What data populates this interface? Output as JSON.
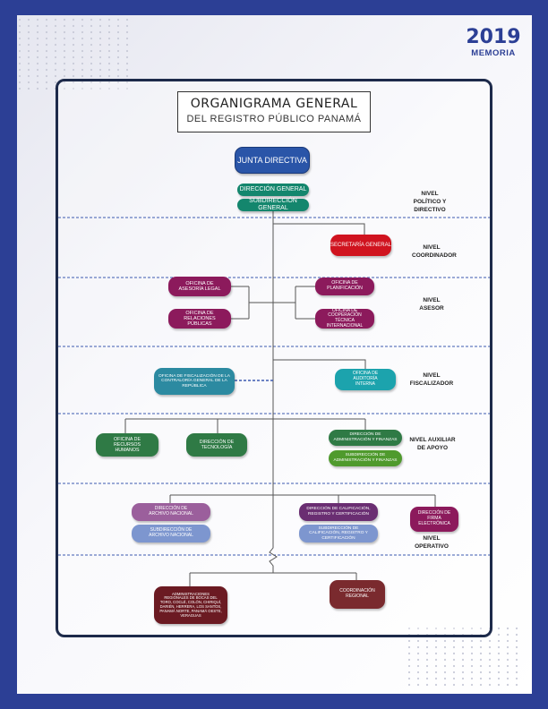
{
  "logo": {
    "year": "2019",
    "label": "MEMORIA"
  },
  "title": {
    "line1": "ORGANIGRAMA GENERAL",
    "line2": "DEL REGISTRO PÚBLICO PANAMÁ"
  },
  "nodes": {
    "junta": "JUNTA DIRECTIVA",
    "direccion_general": "DIRECCIÓN GENERAL",
    "subdireccion_general": "SUBDIRECCIÓN GENERAL",
    "secretaria": "SECRETARÍA GENERAL",
    "asesoria_legal": "OFICINA DE ASESORÍA LEGAL",
    "relaciones_publicas": "OFICINA DE RELACIONES PÚBLICAS",
    "planificacion": "OFICINA DE PLANIFICACIÓN",
    "cooperacion": "OFICINA DE COOPERACIÓN TÉCNICA INTERNACIONAL",
    "fiscalizacion": "OFICINA DE FISCALIZACIÓN DE LA CONTRALORÍA GENERAL DE LA REPÚBLICA",
    "auditoria": "OFICINA DE AUDITORÍA INTERNA",
    "recursos_humanos": "OFICINA DE RECURSOS HUMANOS",
    "tecnologia": "DIRECCIÓN DE TECNOLOGÍA",
    "dir_admin_finanzas": "DIRECCIÓN DE ADMINISTRACIÓN Y FINANZAS",
    "subdir_admin_finanzas": "SUBDIRECCIÓN DE ADMINISTRACIÓN Y FINANZAS",
    "dir_archivo": "DIRECCIÓN DE ARCHIVO NACIONAL",
    "subdir_archivo": "SUBDIRECCIÓN DE ARCHIVO NACIONAL",
    "dir_calificacion": "DIRECCIÓN DE CALIFICACIÓN, REGISTRO Y CERTIFICACIÓN",
    "subdir_calificacion": "SUBDIRECCIÓN DE CALIFICACIÓN, REGISTRO Y CERTIFICACIÓN",
    "firma_electronica": "DIRECCIÓN DE FIRMA ELECTRÓNICA",
    "administraciones": "ADMINISTRACIONES REGIONALES DE BOCAS DEL TORO, COCLÉ, COLÓN, CHIRIQUÍ, DARIÉN, HERRERA, LOS SANTOS, PANAMÁ NORTE, PANAMÁ OESTE, VERAGUAS",
    "coordinacion_regional": "COORDINACIÓN REGIONAL"
  },
  "levels": {
    "politico": "NIVEL POLÍTICO Y DIRECTIVO",
    "coordinador": "NIVEL COORDINADOR",
    "asesor": "NIVEL ASESOR",
    "fiscalizador": "NIVEL FISCALIZADOR",
    "auxiliar": "NIVEL AUXILIAR DE APOYO",
    "operativo": "NIVEL OPERATIVO"
  },
  "colors": {
    "background_border": "#2c3f95",
    "junta": "#2a55a8",
    "teal_green": "#14866d",
    "red": "#d0131f",
    "magenta": "#8c1a5c",
    "blue_teal": "#2c8aa1",
    "turquoise": "#1ca3ad",
    "green": "#2f7a45",
    "olive_green": "#4f9a2d",
    "lavender": "#9b87c2",
    "periwinkle": "#7d96cf",
    "purple": "#6a2e72",
    "maroon": "#6b1a22",
    "dashed_line": "#3c5ab0"
  }
}
